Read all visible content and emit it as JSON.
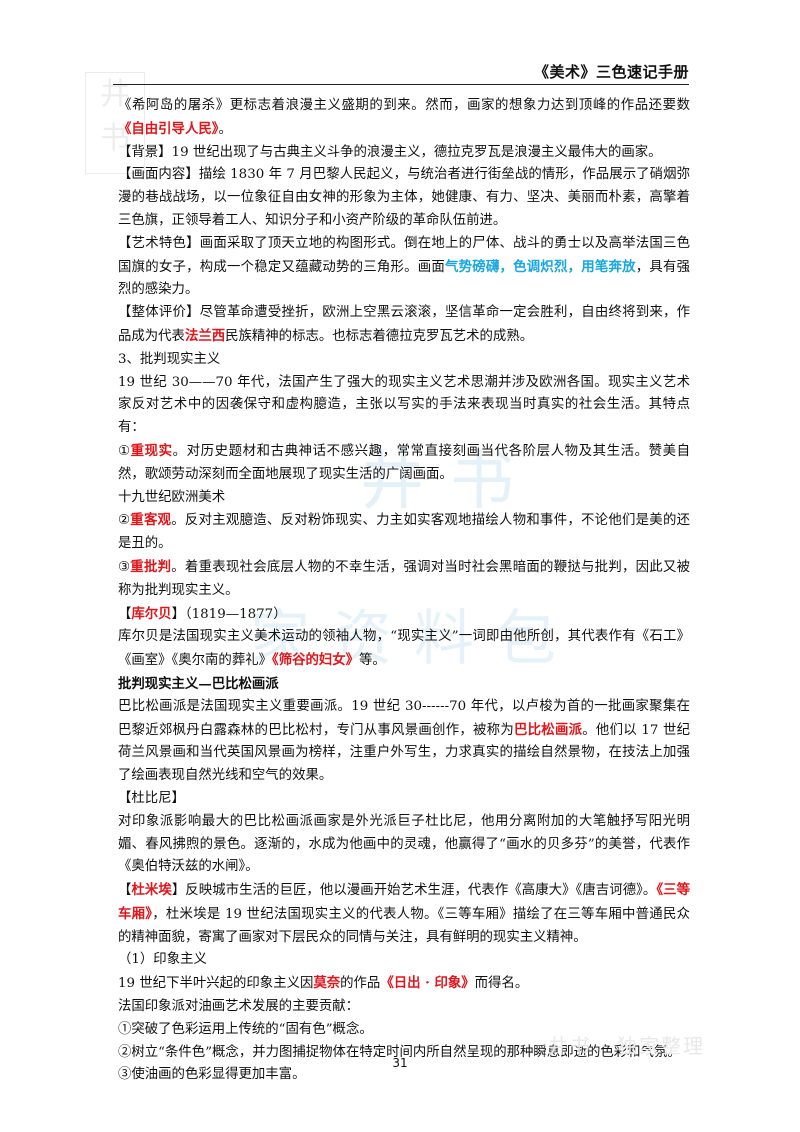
{
  "header": {
    "title": "《美术》三色速记手册"
  },
  "logo": {
    "text": "井书"
  },
  "watermark": {
    "big": "井书",
    "mid": "家资料包",
    "bottom": "井书 · 独家整理"
  },
  "page_number": "31",
  "colors": {
    "red": "#e0161b",
    "blue": "#18a7e0",
    "text": "#111111"
  },
  "body": {
    "p1": {
      "a": "《希阿岛的屠杀》更标志着浪漫主义盛期的到来。然而，画家的想象力达到顶峰的作品还要数",
      "b": "《自由引导人民》",
      "c": "。"
    },
    "p2": "【背景】19 世纪出现了与古典主义斗争的浪漫主义，德拉克罗瓦是浪漫主义最伟大的画家。",
    "p3": "【画面内容】描绘 1830 年 7 月巴黎人民起义，与统治者进行街垒战的情形，作品展示了硝烟弥漫的巷战战场，以一位象征自由女神的形象为主体，她健康、有力、坚决、美丽而朴素，高擎着三色旗，正领导着工人、知识分子和小资产阶级的革命队伍前进。",
    "p4": {
      "a": "【艺术特色】画面采取了顶天立地的构图形式。倒在地上的尸体、战斗的勇士以及高举法国三色国旗的女子，构成一个稳定又蕴藏动势的三角形。画面",
      "b": "气势磅礴，色调炽烈，用笔奔放",
      "c": "，具有强烈的感染力。"
    },
    "p5": {
      "a": "【整体评价】尽管革命遭受挫折，欧洲上空黑云滚滚，坚信革命一定会胜利，自由终将到来，作品成为代表",
      "b": "法兰西",
      "c": "民族精神的标志。也标志着德拉克罗瓦艺术的成熟。"
    },
    "p6": "3、批判现实主义",
    "p7": "19 世纪 30——70 年代，法国产生了强大的现实主义艺术思潮并涉及欧洲各国。现实主义艺术家反对艺术中的因袭保守和虚构臆造，主张以写实的手法来表现当时真实的社会生活。其特点有：",
    "p8": {
      "a": "①",
      "b": "重现实",
      "c": "。对历史题材和古典神话不感兴趣，常常直接刻画当代各阶层人物及其生活。赞美自然，歌颂劳动深刻而全面地展现了现实生活的广阔画面。"
    },
    "p9": "十九世纪欧洲美术",
    "p10": {
      "a": "②",
      "b": "重客观",
      "c": "。反对主观臆造、反对粉饰现实、力主如实客观地描绘人物和事件，不论他们是美的还是丑的。"
    },
    "p11": {
      "a": "③",
      "b": "重批判",
      "c": "。着重表现社会底层人物的不幸生活，强调对当时社会黑暗面的鞭挞与批判，因此又被称为批判现实主义。"
    },
    "p12": {
      "a": "【",
      "b": "库尔贝",
      "c": "】（1819—1877）"
    },
    "p13": {
      "a": "库尔贝是法国现实主义美术运动的领袖人物，“现实主义”一词即由他所创，其代表作有《石工》《画室》《奥尔南的葬礼》",
      "b": "《筛谷的妇女》",
      "c": "等。"
    },
    "p14": "批判现实主义—巴比松画派",
    "p15": {
      "a": "巴比松画派是法国现实主义重要画派。19 世纪 30------70 年代，以卢梭为首的一批画家聚集在巴黎近郊枫丹白露森林的巴比松村，专门从事风景画创作，被称为",
      "b": "巴比松画派",
      "c": "。他们以 17 世纪荷兰风景画和当代英国风景画为榜样，注重户外写生，力求真实的描绘自然景物，在技法上加强了绘画表现自然光线和空气的效果。"
    },
    "p16": "【杜比尼】",
    "p17": "对印象派影响最大的巴比松画派画家是外光派巨子杜比尼，他用分离附加的大笔触抒写阳光明媚、春风拂煦的景色。逐渐的，水成为他画中的灵魂，他赢得了“画水的贝多芬”的美誉，代表作《奥伯特沃兹的水闸》。",
    "p18": {
      "a": "【",
      "b": "杜米埃",
      "c": "】反映城市生活的巨匠，他以漫画开始艺术生涯，代表作《高康大》《唐吉诃德》。",
      "d": "《三等车厢》",
      "e": "，杜米埃是 19 世纪法国现实主义的代表人物。《三等车厢》描绘了在三等车厢中普通民众的精神面貌，寄寓了画家对下层民众的同情与关注，具有鲜明的现实主义精神。"
    },
    "p19": "（1）印象主义",
    "p20": {
      "a": "19 世纪下半叶兴起的印象主义因",
      "b": "莫奈",
      "c": "的作品",
      "d": "《日出 · 印象》",
      "e": "而得名。"
    },
    "p21": "法国印象派对油画艺术发展的主要贡献：",
    "p22": "①突破了色彩运用上传统的“固有色”概念。",
    "p23": "②树立“条件色”概念，并力图捕捉物体在特定时间内所自然呈现的那种瞬息即逝的色彩和气氛。",
    "p24": "③使油画的色彩显得更加丰富。"
  }
}
